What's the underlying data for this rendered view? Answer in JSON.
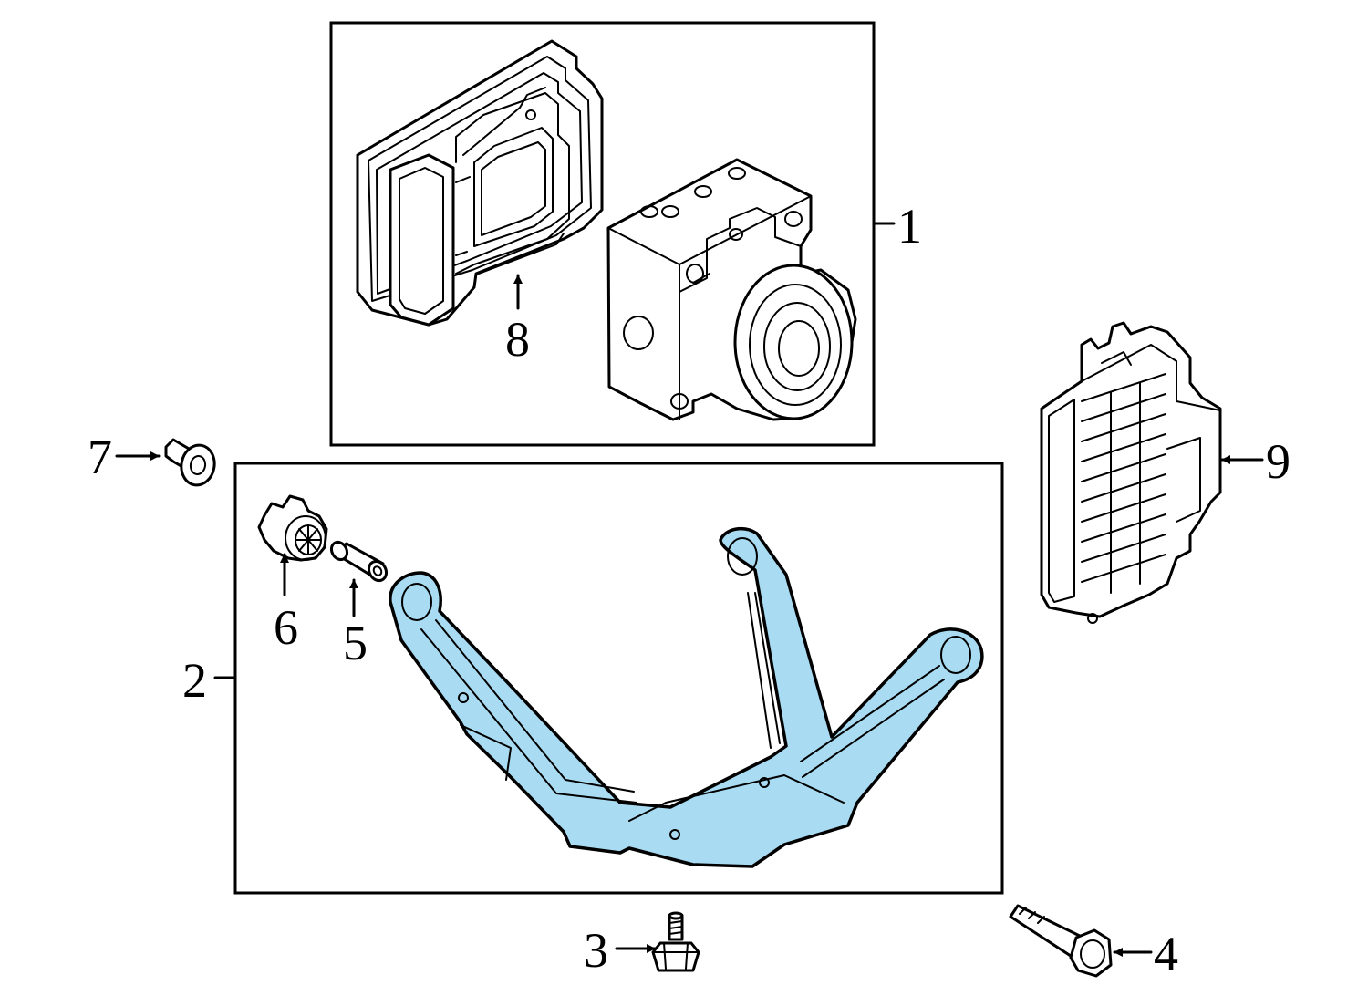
{
  "callouts": {
    "c1": "1",
    "c2": "2",
    "c3": "3",
    "c4": "4",
    "c5": "5",
    "c6": "6",
    "c7": "7",
    "c8": "8",
    "c9": "9"
  },
  "colors": {
    "highlight": "#a9dcf3",
    "line": "#000000",
    "background": "#ffffff"
  }
}
